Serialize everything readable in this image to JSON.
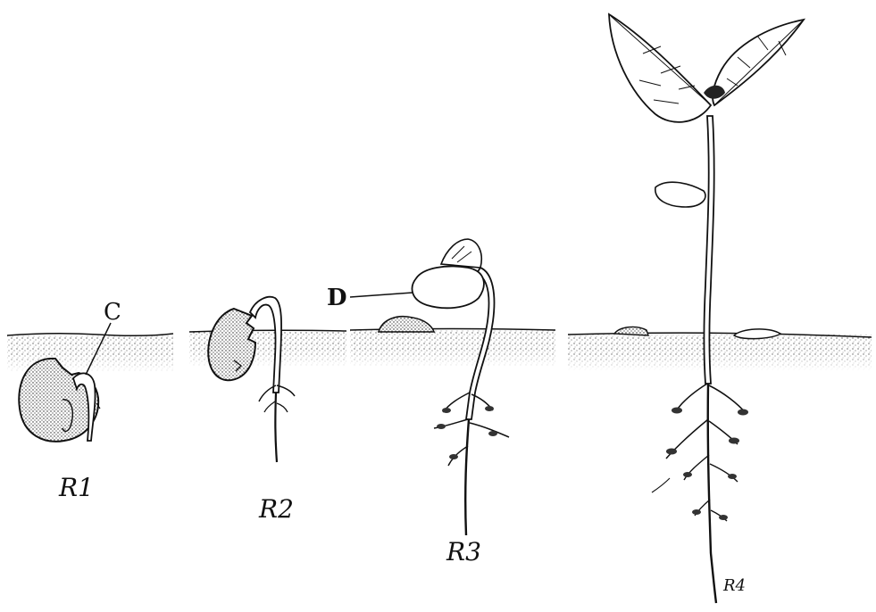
{
  "labels": {
    "c": "C",
    "d": "D",
    "stage1": "R1",
    "stage2": "R2",
    "stage3": "R3",
    "stage4": "R4"
  },
  "colors": {
    "ink": "#111111",
    "paper": "#ffffff",
    "soil_stipple": "#222222"
  }
}
